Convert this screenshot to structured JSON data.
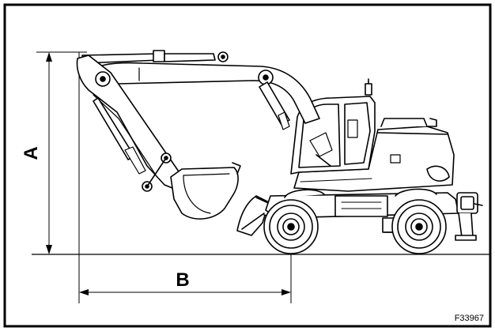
{
  "diagram": {
    "dimension_a": "A",
    "dimension_b": "B",
    "figure_code": "F33967",
    "subject": "wheeled-excavator-side-view",
    "line_color": "#000000",
    "background_color": "#ffffff"
  }
}
